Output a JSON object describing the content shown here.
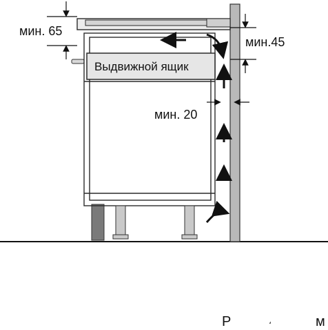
{
  "labels": {
    "min_top": "мин. 65",
    "min_side": "мин.45",
    "drawer": "Выдвижной ящик",
    "min_gap": "мин. 20"
  },
  "caption": {
    "left": "Р",
    "mid": "،",
    "right": "м"
  },
  "colors": {
    "wall_fill": "#b9b9b9",
    "cabinet_line": "#2a2a2a",
    "arrow": "#111111",
    "hob_fill": "#d4d4d4",
    "leg_fill": "#c9c9c9",
    "dark_post": "#7a7a7a"
  }
}
